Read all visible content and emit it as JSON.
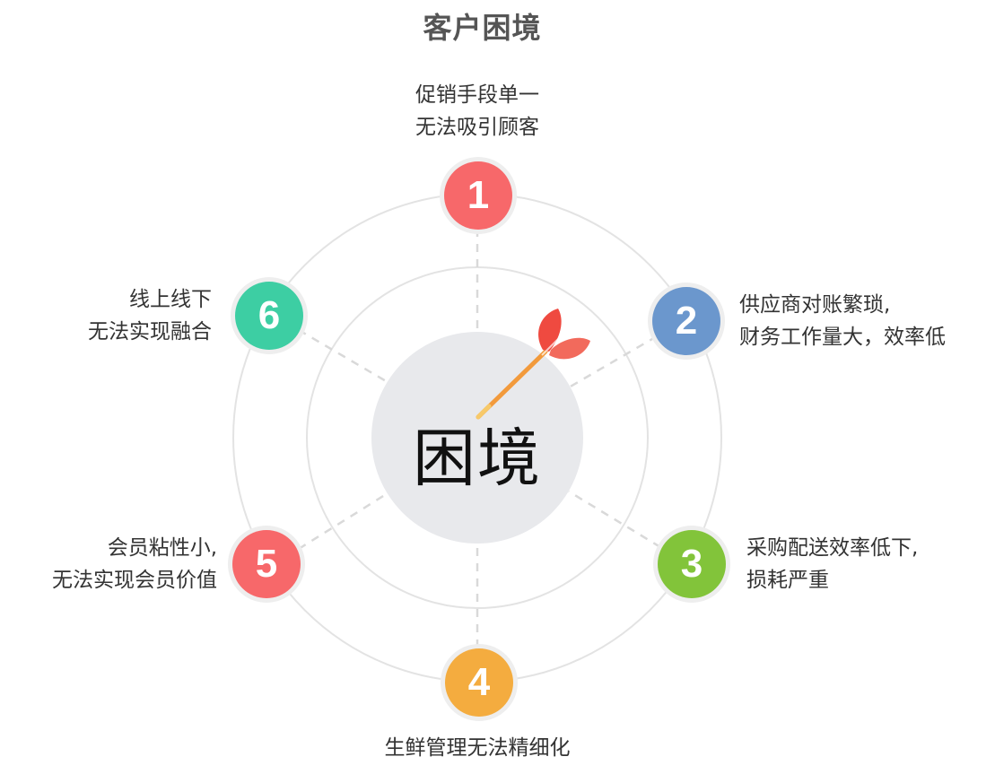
{
  "title": "客户困境",
  "center": {
    "text": "困境",
    "icon": "dart-icon"
  },
  "colors": {
    "n1": "#f7686a",
    "n2": "#6b97cd",
    "n3": "#82c43a",
    "n4": "#f4ac3f",
    "n5": "#f7686a",
    "n6": "#3dcea3",
    "center_bg": "#e8e9ec"
  },
  "items": [
    {
      "number": "1",
      "lines": [
        "促销手段单一",
        "无法吸引顾客"
      ]
    },
    {
      "number": "2",
      "lines": [
        "供应商对账繁琐,",
        "财务工作量大，效率低"
      ]
    },
    {
      "number": "3",
      "lines": [
        "采购配送效率低下,",
        "损耗严重"
      ]
    },
    {
      "number": "4",
      "lines": [
        "生鲜管理无法精细化"
      ]
    },
    {
      "number": "5",
      "lines": [
        "会员粘性小,",
        "无法实现会员价值"
      ]
    },
    {
      "number": "6",
      "lines": [
        "线上线下",
        "无法实现融合"
      ]
    }
  ]
}
